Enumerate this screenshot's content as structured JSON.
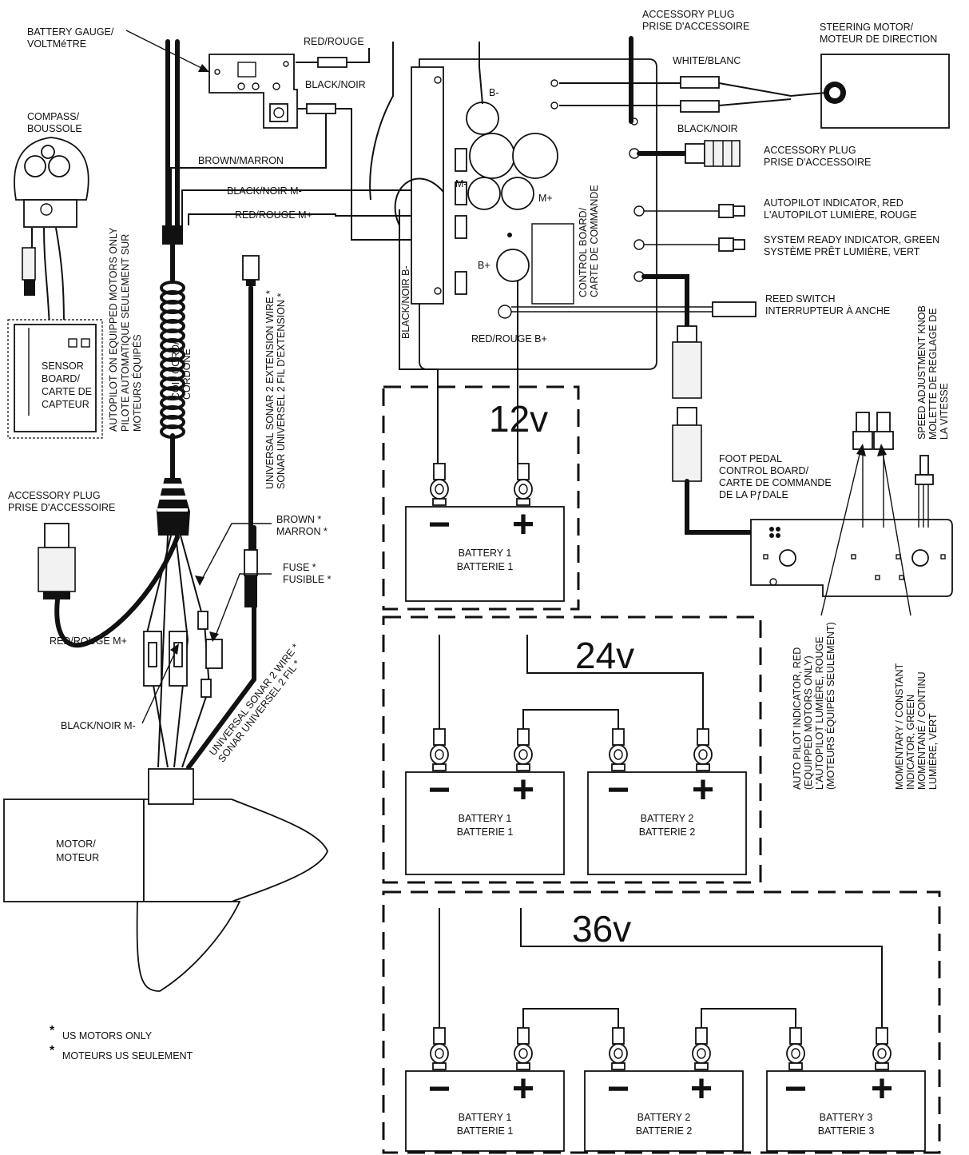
{
  "labels": {
    "battery_gauge": [
      "BATTERY GAUGE/",
      "VOLTMéTRE"
    ],
    "red_rouge_top": "RED/ROUGE",
    "black_noir_top": "BLACK/NOIR",
    "compass": [
      "COMPASS/",
      "BOUSSOLE"
    ],
    "brown_marron": "BROWN/MARRON",
    "black_noir_m_minus": "BLACK/NOIR M-",
    "red_rouge_m_plus": "RED/ROUGE M+",
    "sensor_board": [
      "SENSOR",
      "BOARD/",
      "CARTE DE",
      "CAPTEUR"
    ],
    "autopilot_note": [
      "AUTOPILOT ON EQUIPPED MOTORS ONLY",
      "PILOTE AUTOMATIQUE SEULEMENT SUR",
      "MOTEURS ÉQUIPÉS"
    ],
    "coil_cord": [
      "COIL CORD/",
      "CORDONE"
    ],
    "sonar_extension": [
      "UNIVERSAL SONAR 2 EXTENSION WIRE *",
      "SONAR UNIVERSEL 2 FIL D'EXTENSION *"
    ],
    "accessory_plug_left": [
      "ACCESSORY PLUG",
      "PRISE D'ACCESSOIRE"
    ],
    "brown_marron_star": [
      "BROWN *",
      "MARRON *"
    ],
    "fuse": [
      "FUSE *",
      "FUSIBLE *"
    ],
    "red_rouge_m_plus_bottom": "RED/ROUGE M+",
    "black_noir_m_minus_bottom": "BLACK/NOIR M-",
    "sonar_wire": [
      "UNIVERSAL SONAR 2 WIRE *",
      "SONAR UNIVERSEL 2 FIL *"
    ],
    "motor": [
      "MOTOR/",
      "MOTEUR"
    ],
    "us_only": [
      "US MOTORS ONLY",
      "MOTEURS US SEULEMENT"
    ],
    "asterisk": "*",
    "accessory_plug_top": [
      "ACCESSORY PLUG",
      "PRISE D'ACCESSOIRE"
    ],
    "steering_motor": [
      "STEERING MOTOR/",
      "MOTEUR DE DIRECTION"
    ],
    "white_blanc": "WHITE/BLANC",
    "black_noir_right": "BLACK/NOIR",
    "accessory_plug_right": [
      "ACCESSORY PLUG",
      "PRISE D'ACCESSOIRE"
    ],
    "autopilot_indicator": [
      "AUTOPILOT INDICATOR, RED",
      "L'AUTOPILOT LUMIÈRE, ROUGE"
    ],
    "system_ready": [
      "SYSTEM READY INDICATOR, GREEN",
      "SYSTÈME PRÊT LUMIÈRE, VERT"
    ],
    "reed_switch": [
      "REED SWITCH",
      "INTERRUPTEUR À ANCHE"
    ],
    "control_board": [
      "CONTROL BOARD/",
      "CARTE DE COMMANDE"
    ],
    "b_minus": "B-",
    "m_minus": "M-",
    "m_plus": "M+",
    "b_plus": "B+",
    "black_noir_b_minus": "BLACK/NOIR B-",
    "red_rouge_b_plus": "RED/ROUGE B+",
    "speed_knob": [
      "SPEED ADJUSTMENT KNOB",
      "MOLETTE DE REGLAGE DE",
      "LA VITESSE"
    ],
    "foot_pedal": [
      "FOOT PEDAL",
      "CONTROL BOARD/",
      "CARTE DE COMMANDE",
      "DE LA PƒDALE"
    ],
    "autopilot_indicator_red": [
      "AUTO PILOT INDICATOR, RED",
      "(EQUIPPED MOTORS ONLY)",
      "L'AUTOPILOT LUMIÈRE, ROUGE",
      "(MOTEURS ÉQUIPÉS SEULEMENT)"
    ],
    "momentary": [
      "MOMENTARY / CONSTANT",
      "INDICATOR, GREEN",
      "MOMENTANÉ / CONTINU",
      "LUMIÈRE, VERT"
    ]
  },
  "voltages": [
    "12v",
    "24v",
    "36v"
  ],
  "battery_symbols": {
    "minus": "−",
    "plus": "+"
  },
  "batteries": {
    "b1": [
      "BATTERY 1",
      "BATTERIE 1"
    ],
    "b2": [
      "BATTERY 2",
      "BATTERIE 2"
    ],
    "b3": [
      "BATTERY 3",
      "BATTERIE 3"
    ]
  }
}
